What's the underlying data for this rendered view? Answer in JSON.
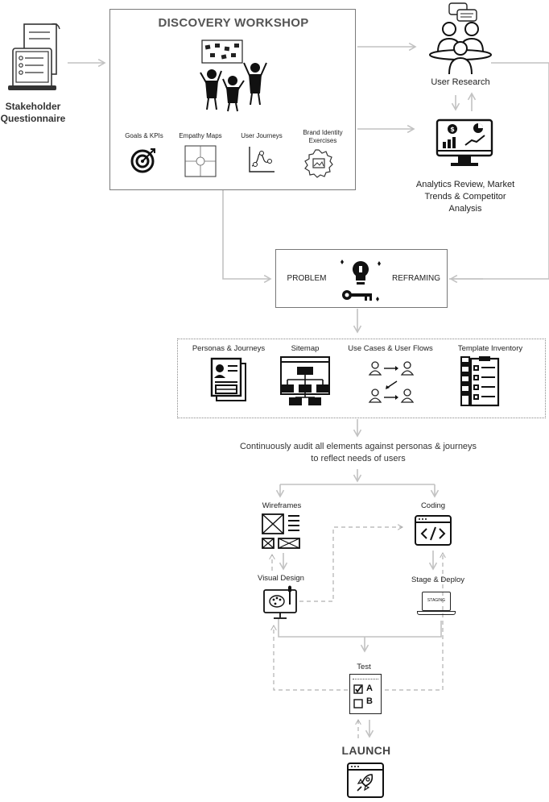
{
  "stakeholder": {
    "label": "Stakeholder Questionnaire"
  },
  "workshop": {
    "title": "DISCOVERY WORKSHOP",
    "items": [
      {
        "label": "Goals & KPIs"
      },
      {
        "label": "Empathy Maps"
      },
      {
        "label": "User Journeys"
      },
      {
        "label": "Brand Identity Exercises"
      }
    ]
  },
  "user_research": {
    "label": "User Research"
  },
  "analytics": {
    "label": "Analytics Review, Market Trends & Competitor Analysis"
  },
  "reframing": {
    "left": "PROBLEM",
    "right": "REFRAMING"
  },
  "deliverables": [
    {
      "label": "Personas & Journeys"
    },
    {
      "label": "Sitemap"
    },
    {
      "label": "Use Cases & User Flows"
    },
    {
      "label": "Template Inventory"
    }
  ],
  "audit": {
    "line1": "Continuously audit all elements against personas & journeys",
    "line2": "to reflect needs of users"
  },
  "wireframes": {
    "label": "Wireframes"
  },
  "coding": {
    "label": "Coding"
  },
  "visual_design": {
    "label": "Visual Design"
  },
  "stage_deploy": {
    "label": "Stage & Deploy",
    "screen_text": "STAGING"
  },
  "test": {
    "label": "Test",
    "option_a": "A",
    "option_b": "B"
  },
  "launch": {
    "label": "LAUNCH"
  },
  "colors": {
    "arrow": "#c2c2c2",
    "line": "#333333",
    "dashed": "#b0b0b0"
  }
}
